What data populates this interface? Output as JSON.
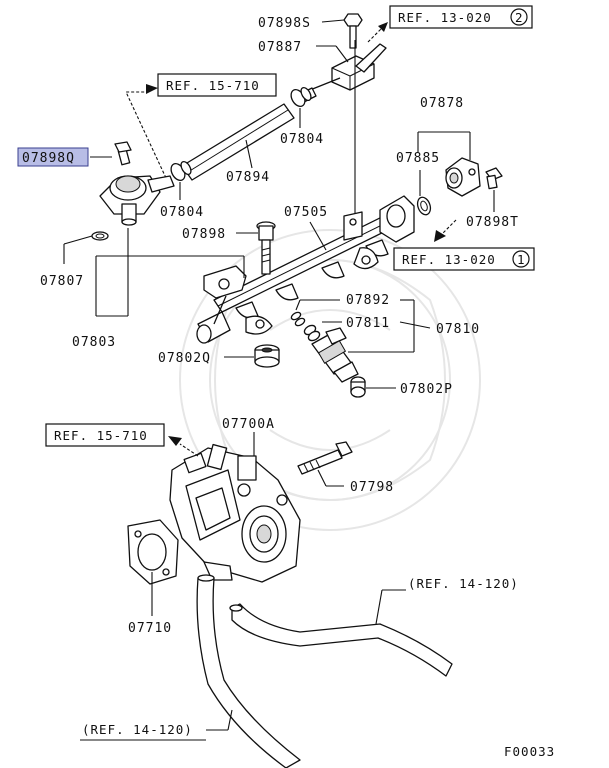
{
  "highlighted_part": "07898Q",
  "figure_code": "F00033",
  "labels": {
    "l07898S": "07898S",
    "l07887": "07887",
    "l07804a": "07804",
    "l07894": "07894",
    "l07804b": "07804",
    "l07898Q": "07898Q",
    "l07878": "07878",
    "l07885": "07885",
    "l07898T": "07898T",
    "l07505": "07505",
    "l07898": "07898",
    "l07807": "07807",
    "l07803": "07803",
    "l07892": "07892",
    "l07811": "07811",
    "l07810": "07810",
    "l07802Q": "07802Q",
    "l07802P": "07802P",
    "l07700A": "07700A",
    "l07798": "07798",
    "l07710": "07710"
  },
  "refs": {
    "r13_020_2": "REF. 13-020",
    "r13_020_2_circle": "2",
    "r15_710_top": "REF. 15-710",
    "r13_020_1": "REF. 13-020",
    "r13_020_1_circle": "1",
    "r15_710_mid": "REF. 15-710",
    "r14_120_right": "(REF. 14-120)",
    "r14_120_left": "(REF. 14-120)"
  },
  "colors": {
    "highlight": "#b8bde6",
    "line": "#111111"
  }
}
